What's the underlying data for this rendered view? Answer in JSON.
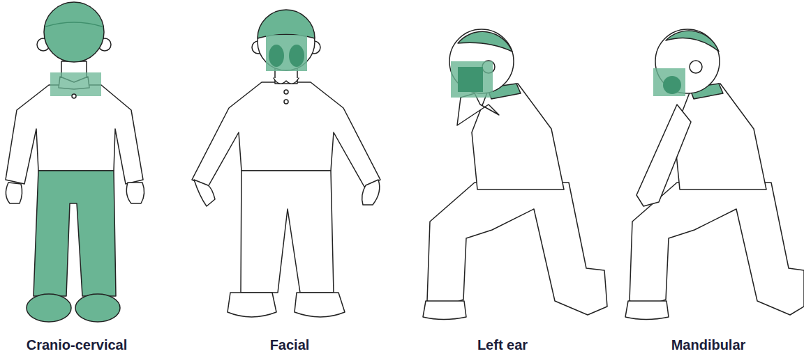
{
  "diagram": {
    "labels": [
      "Cranio-cervical",
      "Facial",
      "Left ear",
      "Mandibular"
    ]
  }
}
